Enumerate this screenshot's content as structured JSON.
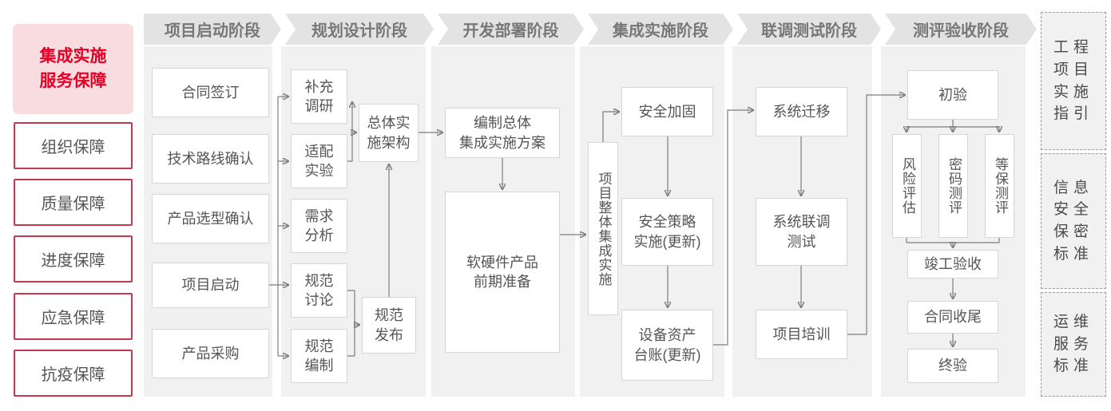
{
  "sidebar": {
    "title": "集成实施\n服务保障",
    "items": [
      "组织保障",
      "质量保障",
      "进度保障",
      "应急保障",
      "抗疫保障"
    ]
  },
  "phases": [
    "项目启动阶段",
    "规划设计阶段",
    "开发部署阶段",
    "集成实施阶段",
    "联调测试阶段",
    "测评验收阶段"
  ],
  "flow": {
    "contract_signing": "合同签订",
    "tech_route_confirm": "技术路线确认",
    "product_selection_confirm": "产品选型确认",
    "project_kickoff": "项目启动",
    "product_procurement": "产品采购",
    "supplement_research": "补充\n调研",
    "adaptation_test": "适配\n实验",
    "requirement_analysis": "需求\n分析",
    "spec_discussion": "规范\n讨论",
    "spec_drafting": "规范\n编制",
    "overall_impl_architecture": "总体实\n施架构",
    "spec_release": "规范\n发布",
    "overall_integration_plan": "编制总体\n集成实施方案",
    "hw_sw_preparation": "软硬件产品\n前期准备",
    "overall_project_integration": "项目整体集成实施",
    "security_hardening": "安全加固",
    "security_policy_impl": "安全策略\n实施(更新)",
    "asset_ledger_update": "设备资产\n台账(更新)",
    "system_migration": "系统迁移",
    "system_joint_test": "系统联调\n测试",
    "project_training": "项目培训",
    "initial_acceptance": "初验",
    "risk_assessment": "风险评估",
    "crypto_evaluation": "密码测评",
    "grade_protection_eval": "等保测评",
    "completion_acceptance": "竣工验收",
    "contract_closure": "合同收尾",
    "final_acceptance": "终验"
  },
  "standards": [
    "工程\n项目\n实施\n指引",
    "信息\n安全\n保密\n标准",
    "运维\n服务\n标准"
  ],
  "colors": {
    "accent_red": "#e60026",
    "border_red": "#c23a50",
    "line_gray": "#7d7d7d"
  }
}
